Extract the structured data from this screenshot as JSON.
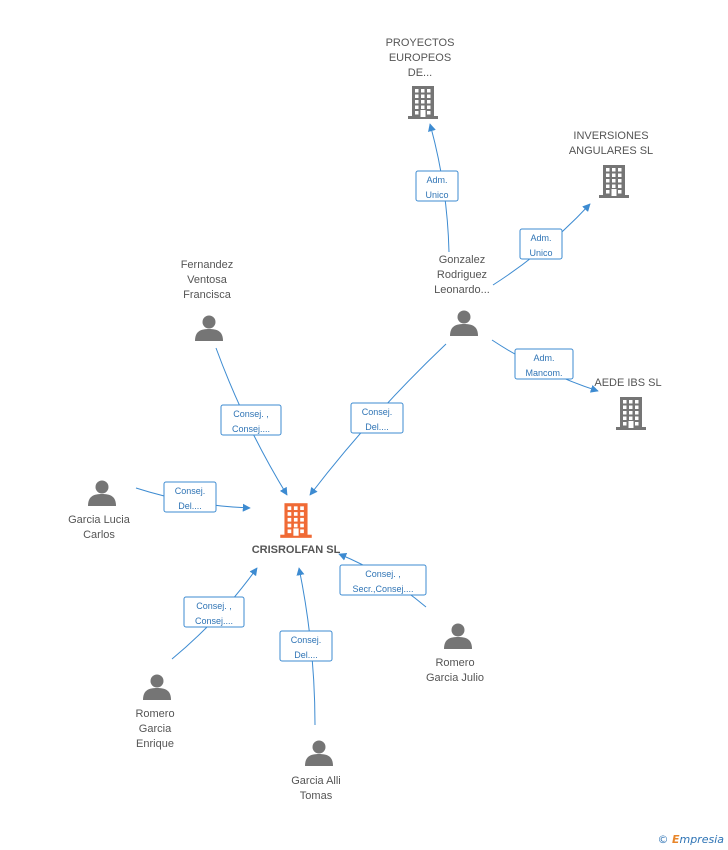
{
  "colors": {
    "edge": "#3d8bd1",
    "edge_text": "#2f74b5",
    "icon": "#757575",
    "center_icon": "#f06a35",
    "label": "#555555"
  },
  "center": {
    "name": "CRISROLFAN SL"
  },
  "companies": [
    {
      "id": "proyectos",
      "lines": [
        "PROYECTOS",
        "EUROPEOS",
        "DE..."
      ]
    },
    {
      "id": "inversiones",
      "lines": [
        "INVERSIONES",
        "ANGULARES SL"
      ]
    },
    {
      "id": "aede",
      "lines": [
        "AEDE IBS  SL"
      ]
    }
  ],
  "people": [
    {
      "id": "gonzalez",
      "lines": [
        "Gonzalez",
        "Rodriguez",
        "Leonardo..."
      ]
    },
    {
      "id": "fernandez",
      "lines": [
        "Fernandez",
        "Ventosa",
        "Francisca"
      ]
    },
    {
      "id": "garcia-lucia",
      "lines": [
        "Garcia Lucia",
        "Carlos"
      ]
    },
    {
      "id": "romero-julio",
      "lines": [
        "Romero",
        "Garcia Julio"
      ]
    },
    {
      "id": "romero-enrique",
      "lines": [
        "Romero",
        "Garcia",
        "Enrique"
      ]
    },
    {
      "id": "garcia-alli",
      "lines": [
        "Garcia Alli",
        "Tomas"
      ]
    }
  ],
  "edges": [
    {
      "from": "gonzalez",
      "to": "proyectos",
      "lines": [
        "Adm.",
        "Unico"
      ]
    },
    {
      "from": "gonzalez",
      "to": "inversiones",
      "lines": [
        "Adm.",
        "Unico"
      ]
    },
    {
      "from": "gonzalez",
      "to": "aede",
      "lines": [
        "Adm.",
        "Mancom."
      ]
    },
    {
      "from": "gonzalez",
      "to": "center",
      "lines": [
        "Consej.",
        "Del...."
      ]
    },
    {
      "from": "fernandez",
      "to": "center",
      "lines": [
        "Consej. ,",
        "Consej...."
      ]
    },
    {
      "from": "garcia-lucia",
      "to": "center",
      "lines": [
        "Consej.",
        "Del...."
      ]
    },
    {
      "from": "romero-julio",
      "to": "center",
      "lines": [
        "Consej. ,",
        "Secr.,Consej...."
      ]
    },
    {
      "from": "romero-enrique",
      "to": "center",
      "lines": [
        "Consej. ,",
        "Consej...."
      ]
    },
    {
      "from": "garcia-alli",
      "to": "center",
      "lines": [
        "Consej.",
        "Del...."
      ]
    }
  ],
  "footer": {
    "copyright_symbol": "©",
    "brand_initial": "E",
    "brand_rest": "mpresia"
  }
}
